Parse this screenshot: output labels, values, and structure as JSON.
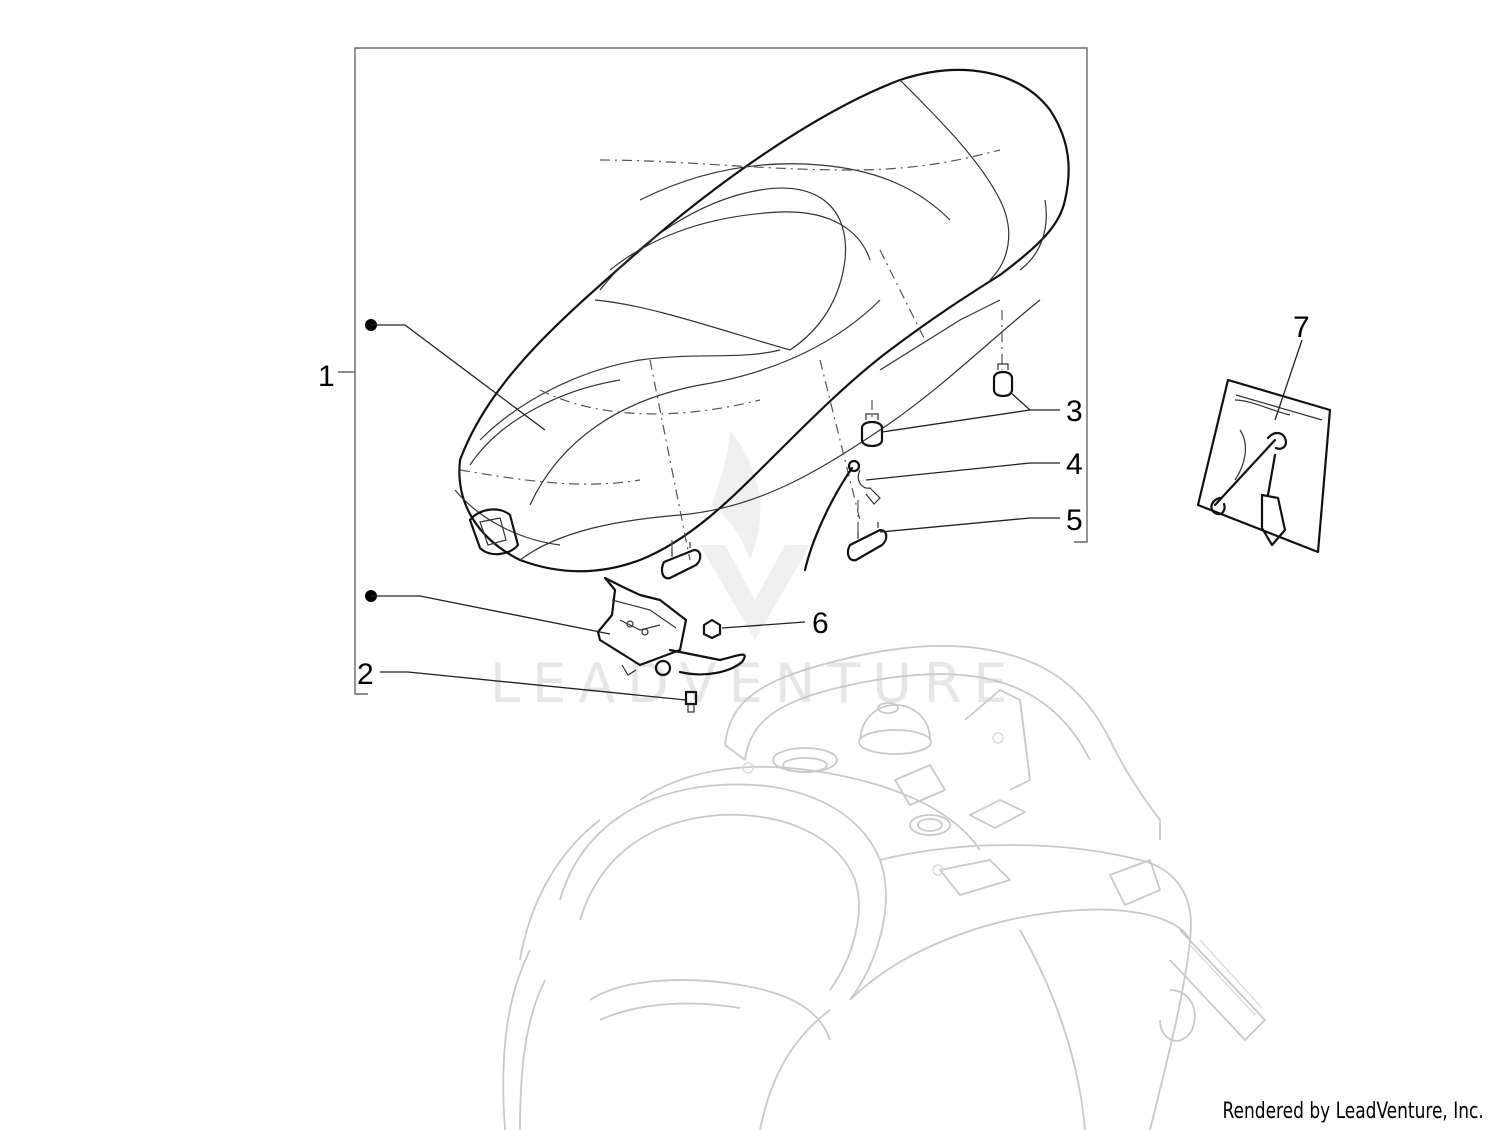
{
  "callouts": [
    {
      "id": "1",
      "label": "1"
    },
    {
      "id": "2",
      "label": "2"
    },
    {
      "id": "3",
      "label": "3"
    },
    {
      "id": "4",
      "label": "4"
    },
    {
      "id": "5",
      "label": "5"
    },
    {
      "id": "6",
      "label": "6"
    },
    {
      "id": "7",
      "label": "7"
    }
  ],
  "watermark": "LEADVENTURE",
  "credit": "Rendered by LeadVenture, Inc.",
  "colors": {
    "line": "#111111",
    "ghost": "#c9c9c9",
    "watermark": "#e6e6e6"
  }
}
